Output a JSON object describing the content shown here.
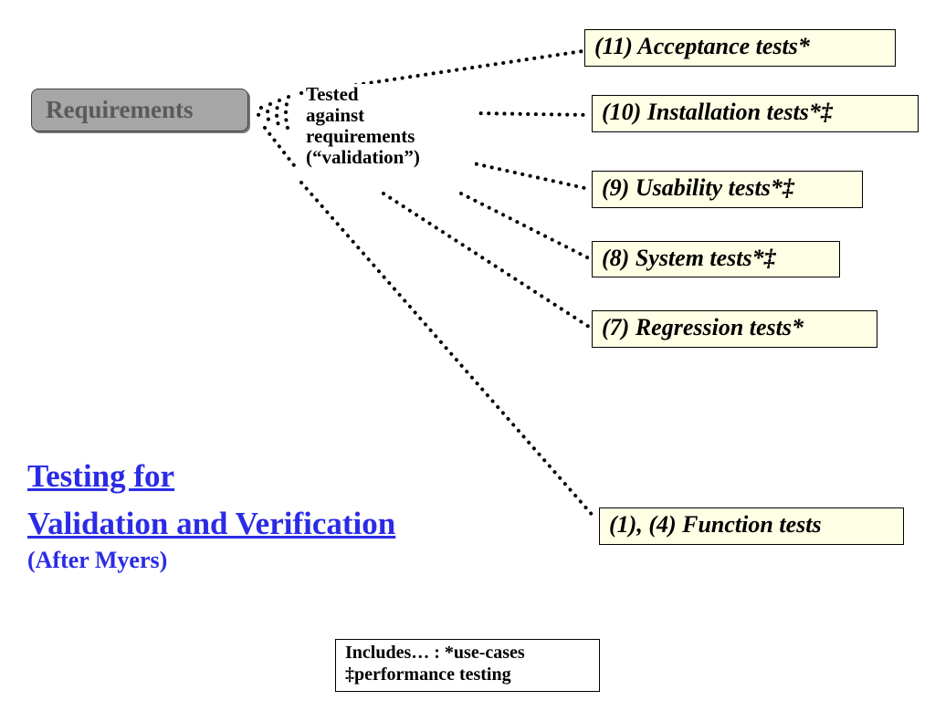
{
  "requirements": {
    "label": "Requirements"
  },
  "validation_label": {
    "lines": [
      "Tested",
      "against",
      "requirements",
      "(“validation”)"
    ]
  },
  "tests": [
    {
      "label": "(11) Acceptance tests*"
    },
    {
      "label": "(10) Installation tests*‡"
    },
    {
      "label": "(9) Usability tests*‡"
    },
    {
      "label": "(8) System tests*‡"
    },
    {
      "label": "(7) Regression tests*"
    },
    {
      "label": "(1), (4) Function tests"
    }
  ],
  "title": {
    "line1": "Testing for",
    "line2": "Validation and Verification"
  },
  "subtitle": "(After Myers)",
  "legend": {
    "line1": "Includes… : *use-cases",
    "line2": "‡performance testing"
  },
  "colors": {
    "title": "#2b2be6",
    "test_box_fill": "#ffffe5",
    "requirements_fill": "#a6a6a6",
    "requirements_text": "#5a5a5a"
  }
}
